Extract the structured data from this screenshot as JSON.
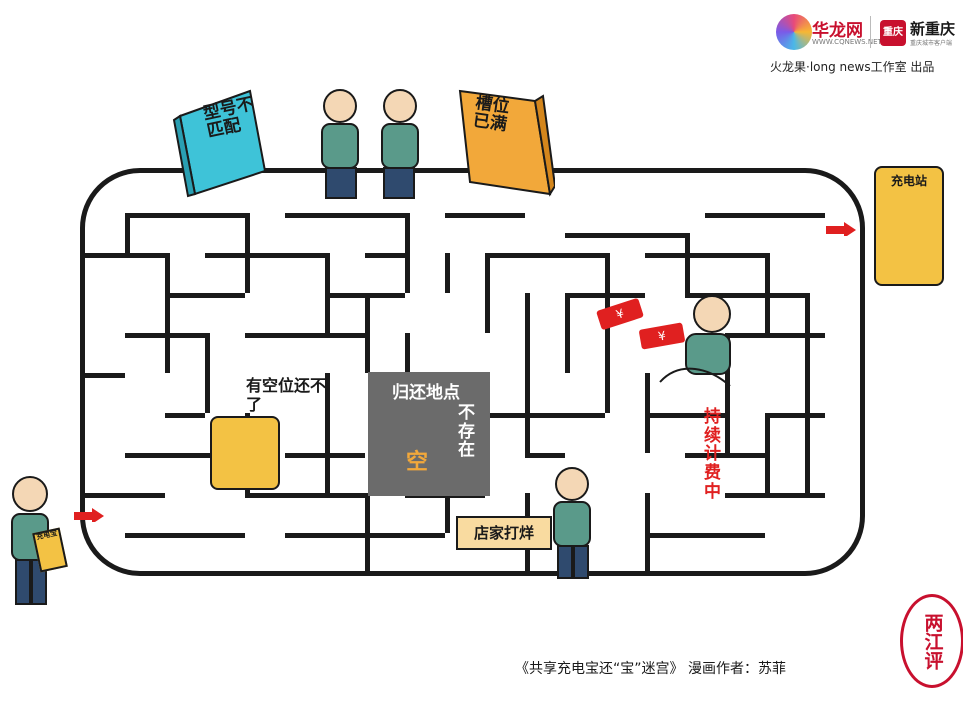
{
  "header": {
    "logo_a": "华龙网",
    "logo_a_sub": "WWW.CQNEWS.NET",
    "logo_b": "新重庆",
    "logo_b_mark": "重庆",
    "logo_b_sub": "重庆城市客户端",
    "credit": "火龙果·long news工作室 出品"
  },
  "maze": {
    "sign_left": "型号不匹配",
    "sign_right": "槽位已满",
    "station": "充电站",
    "has_space": "有空位还不了",
    "return_point": "归还地点",
    "not_exist": "不存在",
    "empty": "空",
    "shop_closed": "店家打烊",
    "continuous_charge": "持续计费中",
    "powerbank_label": "充电宝"
  },
  "footer": {
    "title": "《共享充电宝还“宝”迷宫》 漫画作者：苏菲"
  },
  "seal": "两江评",
  "colors": {
    "red": "#e02020",
    "cyan": "#3ec3d8",
    "orange": "#f2a83a",
    "yellow": "#f3c244",
    "grey": "#6b6b6b"
  }
}
